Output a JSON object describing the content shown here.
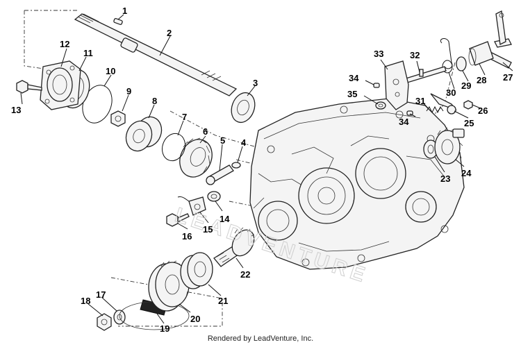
{
  "callouts": [
    "1",
    "2",
    "3",
    "4",
    "5",
    "6",
    "7",
    "8",
    "9",
    "10",
    "11",
    "12",
    "13",
    "14",
    "15",
    "16",
    "17",
    "18",
    "19",
    "20",
    "21",
    "22",
    "23",
    "24",
    "25",
    "26",
    "27",
    "28",
    "29",
    "30",
    "31",
    "32",
    "33",
    "34",
    "34",
    "35"
  ],
  "watermark": "LEADVENTURE",
  "footer": "Rendered by LeadVenture, Inc."
}
